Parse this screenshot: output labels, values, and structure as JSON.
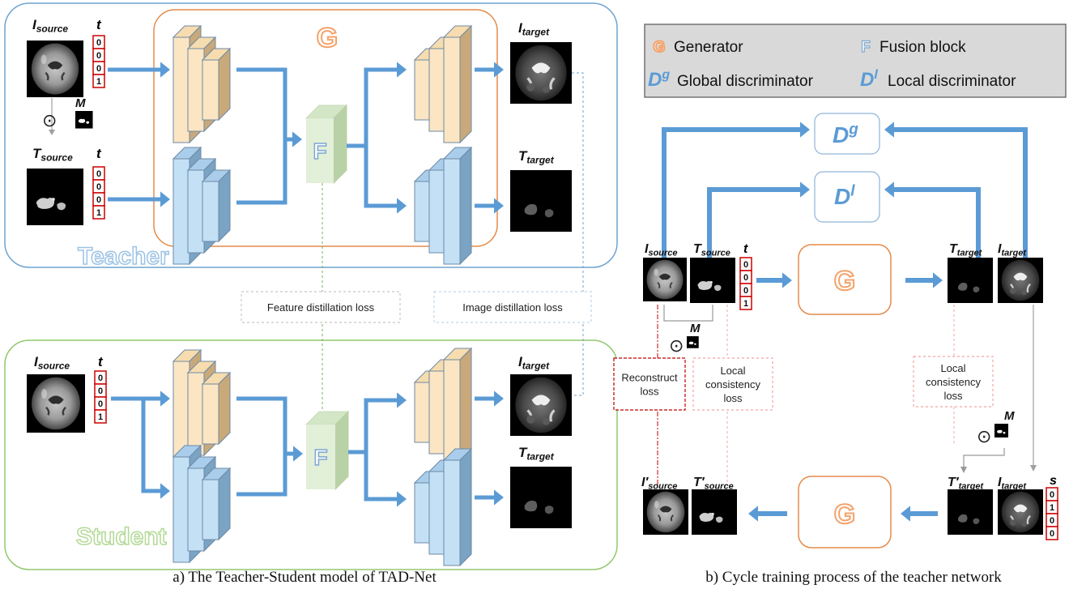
{
  "left_panel": {
    "teacher": {
      "label": "Teacher",
      "i_source": {
        "base": "I",
        "sub": "source"
      },
      "t_source": {
        "base": "T",
        "sub": "source"
      },
      "t_label": "t",
      "onehot": [
        "0",
        "0",
        "0",
        "1"
      ],
      "mask_label": "M",
      "odot": "⊙",
      "generator_label": "G",
      "fusion_label": "F",
      "i_target": {
        "base": "I",
        "sub": "target"
      },
      "t_target": {
        "base": "T",
        "sub": "target"
      }
    },
    "student": {
      "label": "Student",
      "i_source": {
        "base": "I",
        "sub": "source"
      },
      "t_label": "t",
      "onehot": [
        "0",
        "0",
        "0",
        "1"
      ],
      "fusion_label": "F",
      "i_target": {
        "base": "I",
        "sub": "target"
      },
      "t_target": {
        "base": "T",
        "sub": "target"
      }
    },
    "feature_loss": "Feature distillation loss",
    "image_loss": "Image distillation loss",
    "caption": "a) The Teacher-Student model of TAD-Net"
  },
  "right_panel": {
    "legend": {
      "generator": {
        "symbol": "G",
        "text": "Generator"
      },
      "fusion": {
        "symbol": "F",
        "text": "Fusion block"
      },
      "global": {
        "symbol_base": "D",
        "symbol_sup": "g",
        "text": "Global discriminator"
      },
      "local": {
        "symbol_base": "D",
        "symbol_sup": "l",
        "text": "Local discriminator"
      }
    },
    "d_global": {
      "base": "D",
      "sup": "g"
    },
    "d_local": {
      "base": "D",
      "sup": "l"
    },
    "generator_label": "G",
    "i_source": {
      "base": "I",
      "sub": "source"
    },
    "t_source": {
      "base": "T",
      "sub": "source"
    },
    "t_label": "t",
    "onehot_t": [
      "0",
      "0",
      "0",
      "1"
    ],
    "t_target": {
      "base": "T",
      "sub": "target"
    },
    "i_target": {
      "base": "I",
      "sub": "target"
    },
    "mask_label": "M",
    "odot": "⊙",
    "reconstruct_loss": [
      "Reconstruct",
      "loss"
    ],
    "local_loss_left": [
      "Local",
      "consistency",
      "loss"
    ],
    "local_loss_right": [
      "Local",
      "consistency",
      "loss"
    ],
    "i_source_rec": {
      "base": "I′",
      "sub": "source"
    },
    "t_source_rec": {
      "base": "T′",
      "sub": "source"
    },
    "t_target_rec": {
      "base": "T′",
      "sub": "target"
    },
    "i_target2": {
      "base": "I",
      "sub": "target"
    },
    "s_label": "s",
    "onehot_s": [
      "0",
      "1",
      "0",
      "0"
    ],
    "caption": "b) Cycle training process of the teacher network"
  },
  "colors": {
    "teacher_border": "#6fa3cf",
    "student_border": "#92c86d",
    "generator_border": "#e58a4a",
    "generator_text": "#f4a26a",
    "arrow": "#5b9bd5",
    "encoder_face": "#fbe5c3",
    "blue_face": "#c4e0f5",
    "fusion_face": "#e2efd9",
    "discriminator": "#5b9bd5",
    "onehot_border": "#cc0000"
  }
}
